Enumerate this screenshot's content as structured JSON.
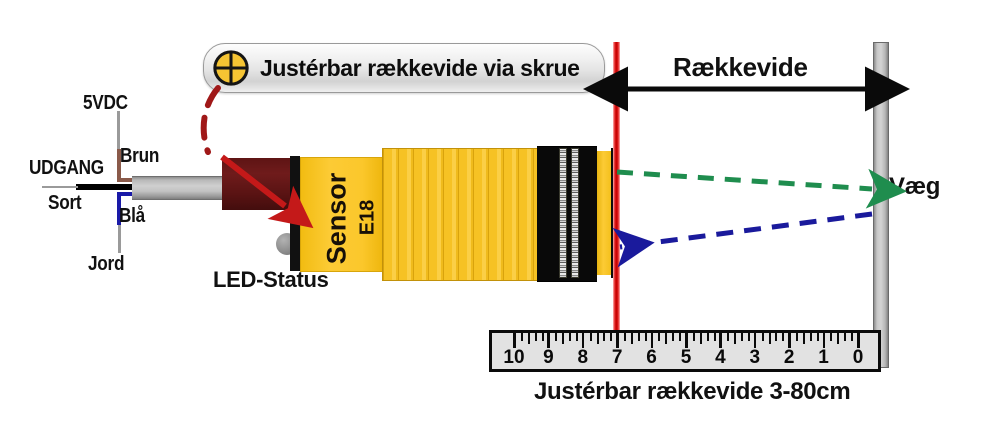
{
  "diagram": {
    "title_text": "E18 infrared proximity sensor range diagram",
    "callout": {
      "text": "Justérbar rækkevide via skrue",
      "icon": "adjust-screw-icon",
      "icon_color": "#f5c433"
    },
    "wiring": {
      "top_label": "5VDC",
      "top_wire_label": "Brun",
      "top_wire_color": "#8a5a4a",
      "middle_label": "UDGANG",
      "middle_wire_label": "Sort",
      "middle_wire_color": "#000000",
      "bottom_label": "Jord",
      "bottom_wire_label": "Blå",
      "bottom_wire_color": "#1a1aa8"
    },
    "sensor": {
      "body_label": "Sensor",
      "model_label": "E18",
      "led_label": "LED-Status",
      "body_color": "#fbc82d",
      "head_color": "#0b0b0b"
    },
    "range": {
      "arrow_label": "Rækkevide",
      "wall_label": "Væg",
      "caption": "Justérbar rækkevide 3-80cm",
      "marker_line_color": "#d21919"
    },
    "beams": {
      "emit_color": "#1f8d4e",
      "return_color": "#1a1a9c"
    },
    "ruler": {
      "numbers": [
        "10",
        "9",
        "8",
        "7",
        "6",
        "5",
        "4",
        "3",
        "2",
        "1",
        "0"
      ],
      "minor_per_major": 5
    }
  }
}
